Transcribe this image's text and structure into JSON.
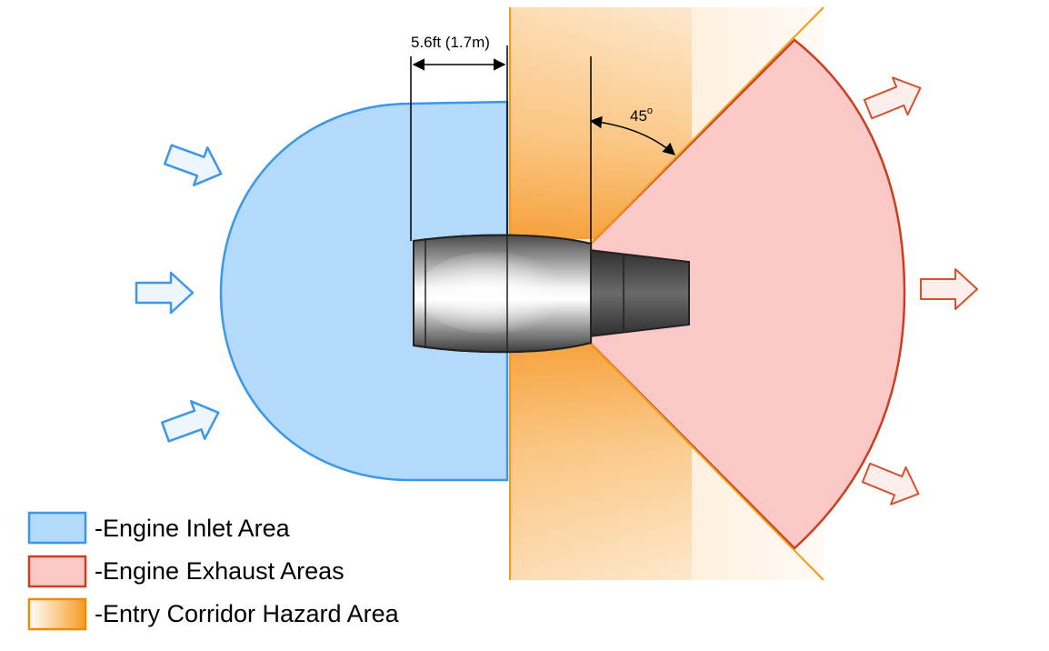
{
  "dimension": {
    "label": "5.6ft (1.7m)"
  },
  "angle": {
    "value": "45",
    "degree_symbol": "o"
  },
  "legend": {
    "items": [
      {
        "label": "-Engine Inlet Area",
        "fill": "#b3d9fb",
        "stroke": "#3d97e8"
      },
      {
        "label": "-Engine Exhaust Areas",
        "fill": "#fbc8c8",
        "stroke": "#c8401f"
      },
      {
        "label": "-Entry Corridor Hazard Area",
        "fill": "#f7a030",
        "stroke": "#f08a00"
      }
    ]
  },
  "colors": {
    "inlet_fill": "#b3d9fb",
    "inlet_stroke": "#3d97e8",
    "exhaust_fill": "#fbc8c8",
    "exhaust_stroke": "#c8401f",
    "hazard": "#f7a030",
    "hazard_line": "#f59a10",
    "engine_dark": "#3a3a3a",
    "engine_light": "#ffffff",
    "inlet_arrow_fill": "#eef6fd",
    "exhaust_arrow_fill": "#fdeeee"
  }
}
